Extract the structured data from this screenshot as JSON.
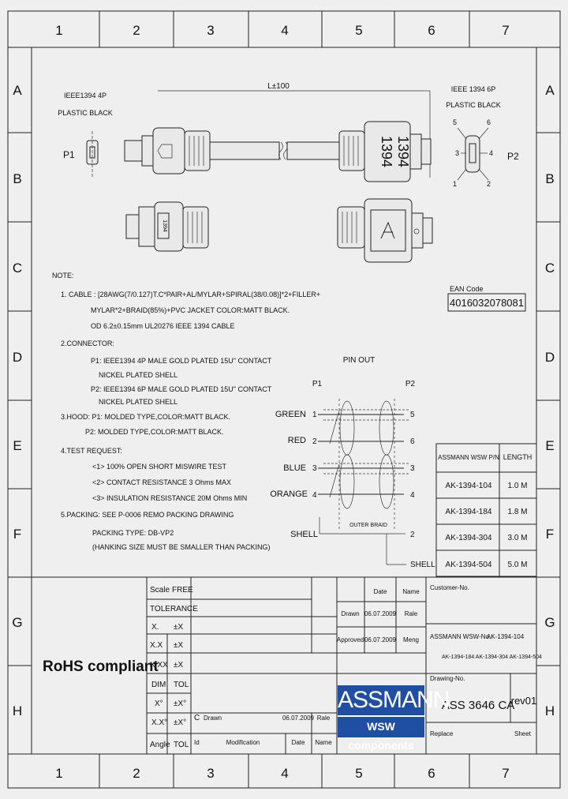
{
  "frame": {
    "columns": [
      "1",
      "2",
      "3",
      "4",
      "5",
      "6",
      "7"
    ],
    "rows": [
      "A",
      "B",
      "C",
      "D",
      "E",
      "F",
      "G",
      "H"
    ]
  },
  "drawing": {
    "length_label": "L±100",
    "p1_spec": [
      "IEEE1394 4P",
      "PLASTIC BLACK"
    ],
    "p2_spec": [
      "IEEE 1394 6P",
      "PLASTIC BLACK"
    ],
    "p1_label": "P1",
    "p2_label": "P2",
    "hood_text": "1394",
    "plug4_text": "1394",
    "p2_face_pins": [
      "5",
      "6",
      "3",
      "4",
      "1",
      "2"
    ]
  },
  "ean": {
    "label": "EAN Code",
    "value": "4016032078081"
  },
  "notes": {
    "heading": "NOTE:",
    "lines": [
      "1. CABLE : [28AWG(7/0.127)T.C*PAIR+AL/MYLAR+SPIRAL(38/0.08)]*2+FILLER+",
      "MYLAR*2+BRAID(85%)+PVC JACKET COLOR:MATT BLACK.",
      "OD 6.2±0.15mm UL20276 IEEE 1394 CABLE",
      "2.CONNECTOR:",
      "P1: IEEE1394 4P MALE GOLD PLATED 15U\" CONTACT",
      "NICKEL PLATED SHELL",
      "P2: IEEE1394 6P MALE GOLD PLATED 15U\" CONTACT",
      "NICKEL PLATED SHELL",
      "3.HOOD: P1: MOLDED TYPE,COLOR:MATT BLACK.",
      "P2: MOLDED TYPE,COLOR:MATT BLACK.",
      "4.TEST REQUEST:",
      "<1> 100% OPEN SHORT MISWIRE TEST",
      "<2> CONTACT RESISTANCE 3 Ohms MAX",
      "<3> INSULATION RESISTANCE 20M Ohms MIN",
      "5.PACKING: SEE P-0006 REMO PACKING DRAWING",
      "PACKING TYPE: DB-VP2",
      "(HANKING SIZE MUST BE SMALLER THAN PACKING)"
    ]
  },
  "pinout": {
    "title": "PIN OUT",
    "p1": "P1",
    "p2": "P2",
    "left": [
      {
        "color": "GREEN",
        "pin": "1"
      },
      {
        "color": "RED",
        "pin": "2"
      },
      {
        "color": "BLUE",
        "pin": "3"
      },
      {
        "color": "ORANGE",
        "pin": "4"
      }
    ],
    "right": [
      "5",
      "6",
      "3",
      "4"
    ],
    "shell": "SHELL",
    "outer_braid": "OUTER BRAID",
    "right_shell_pin": "2",
    "right_shell": "SHELL"
  },
  "parts": {
    "headers": [
      "ASSMANN WSW P/N",
      "LENGTH"
    ],
    "rows": [
      [
        "AK-1394-104",
        "1.0 M"
      ],
      [
        "AK-1394-184",
        "1.8 M"
      ],
      [
        "AK-1394-304",
        "3.0 M"
      ],
      [
        "AK-1394-504",
        "5.0 M"
      ]
    ]
  },
  "title_block": {
    "scale_label": "Scale",
    "scale_value": "FREE",
    "tolerance": "TOLERANCE",
    "tol_rows": [
      [
        "X.",
        "±X"
      ],
      [
        "X.X",
        "±X"
      ],
      [
        "X.XX",
        "±X"
      ]
    ],
    "dim": "DIM",
    "tol": "TOL",
    "ang_rows": [
      [
        "X°",
        "±X°"
      ],
      [
        "X.X°",
        "±X°"
      ]
    ],
    "angle": "Angle",
    "angle_tol": "TOL",
    "date_h": "Date",
    "name_h": "Name",
    "drawn": "Drawn",
    "drawn_date": "06.07.2009",
    "drawn_name": "Rale",
    "approved": "Approved",
    "approved_date": "06.07.2009",
    "approved_name": "Meng",
    "rev_mark": "C",
    "rev_text": "Drawn",
    "rev_date": "06.07.2009",
    "rev_name": "Rale",
    "bottom": [
      "Id",
      "Modification",
      "Date",
      "Name"
    ],
    "customer_no": "Customer-No.",
    "assmann_no": "ASSMANN WSW-No.:",
    "assmann_first": "AK-1394-104",
    "assmann_others": "AK-1394-184   AK-1394-304   AK-1394-504",
    "drawing_no_label": "Drawing-No.",
    "drawing_no": "ASS 3646 CA",
    "rev": "rev01",
    "replace": "Replace",
    "sheet": "Sheet"
  },
  "rohs": "RoHS compliant",
  "logo": {
    "line1": "ASSMANN",
    "line2": "WSW components",
    "color": "#1f4ea3"
  }
}
